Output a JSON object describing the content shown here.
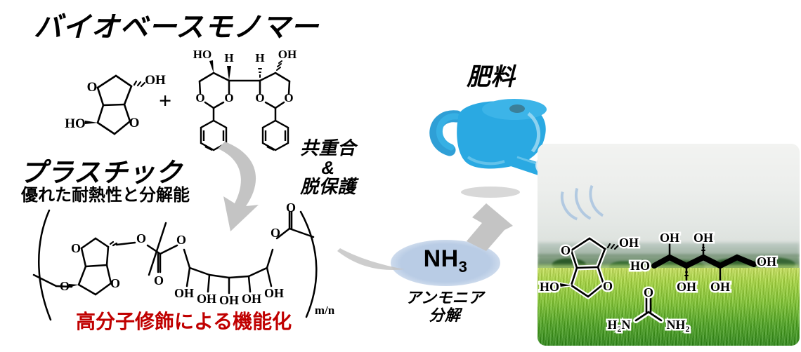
{
  "headings": {
    "biobased_monomer": "バイオベースモノマー",
    "plastic": "プラスチック",
    "plastic_sub": "優れた耐熱性と分解能",
    "fertilizer": "肥料",
    "functionalization": "高分子修飾による機能化"
  },
  "labels": {
    "copolymerization": "共重合",
    "ampersand": "&",
    "deprotection": "脱保護",
    "ammonia_word": "アンモニア",
    "decomposition": "分解",
    "nh3": "NH",
    "nh3_sub": "3",
    "plus": "+",
    "repeat_unit": "m/n"
  },
  "atoms": {
    "O": "O",
    "OH": "OH",
    "HO": "HO",
    "H": "H",
    "H2N": "H",
    "sub2": "2",
    "N": "N",
    "NH2": "NH"
  },
  "structures": {
    "isosorbide_monomer": {
      "name": "isosorbide",
      "labels": [
        "O",
        "O",
        "OH",
        "HO"
      ]
    },
    "dibenzylidene_sugar": {
      "name": "bis-benzylidene protected polyol",
      "labels": [
        "HO",
        "H",
        "H",
        "OH",
        "O",
        "O",
        "O",
        "O"
      ]
    },
    "polymer_chain": {
      "name": "isosorbide polyester copolymer",
      "labels": [
        "O",
        "O",
        "O",
        "O",
        "O",
        "O",
        "OH",
        "OH",
        "OH",
        "OH",
        "OH"
      ],
      "subscript": "m/n"
    },
    "photo_isosorbide": {
      "name": "isosorbide",
      "labels": [
        "O",
        "O",
        "OH",
        "HO"
      ]
    },
    "photo_sorbitol": {
      "name": "sorbitol",
      "labels": [
        "HO",
        "OH",
        "OH",
        "OH",
        "OH",
        "OH"
      ]
    },
    "photo_urea": {
      "name": "urea",
      "labels": [
        "O",
        "H",
        "2",
        "N",
        "NH",
        "2"
      ]
    }
  },
  "colors": {
    "accent_red": "#C00000",
    "bubble_blue": "#B9CCE5",
    "can_blue": "#29A9E1",
    "arrow_gray": "#C4C4C4",
    "field_green": "#7FC62F"
  },
  "photo": {
    "scene": "green rice field under pale overcast sky with distant treeline"
  }
}
